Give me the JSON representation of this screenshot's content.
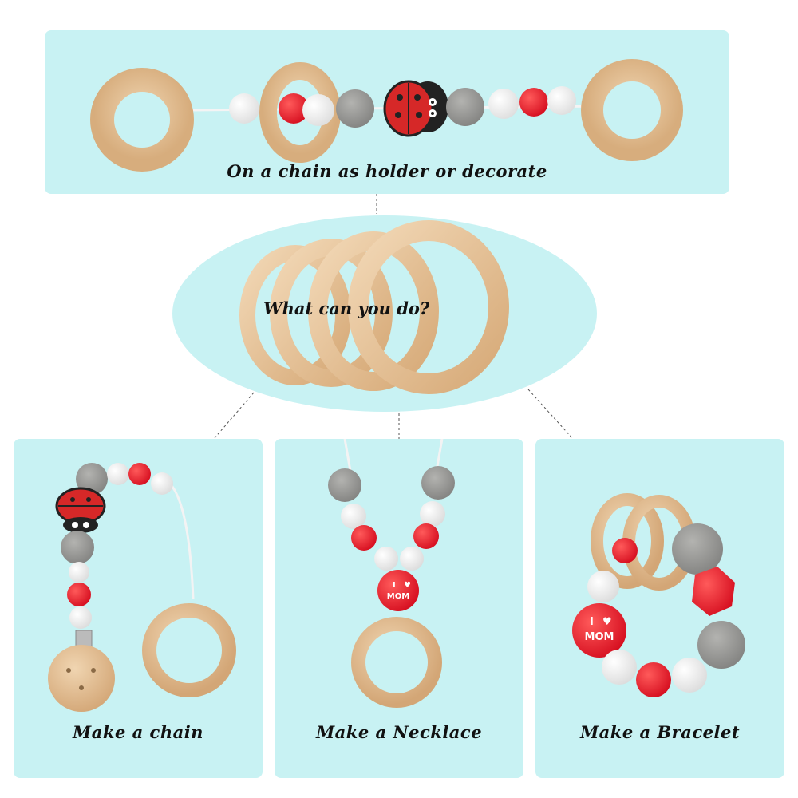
{
  "top_panel": {
    "caption": "On a chain as holder or decorate"
  },
  "center": {
    "question": "What can you do?"
  },
  "bottom_panels": [
    {
      "caption": "Make a chain"
    },
    {
      "caption": "Make a Necklace"
    },
    {
      "caption": "Make a Bracelet"
    }
  ],
  "bead_text": {
    "line1": "I",
    "line2": "MOM"
  },
  "colors": {
    "panel_bg": "#c8f2f3",
    "wood": "#e9c9a2",
    "wood_dark": "#c99c6c",
    "bead_red": "#e5172a",
    "bead_white": "#f6f6f6",
    "crochet_gray": "#9a9a98",
    "ladybug_red": "#d62828"
  }
}
